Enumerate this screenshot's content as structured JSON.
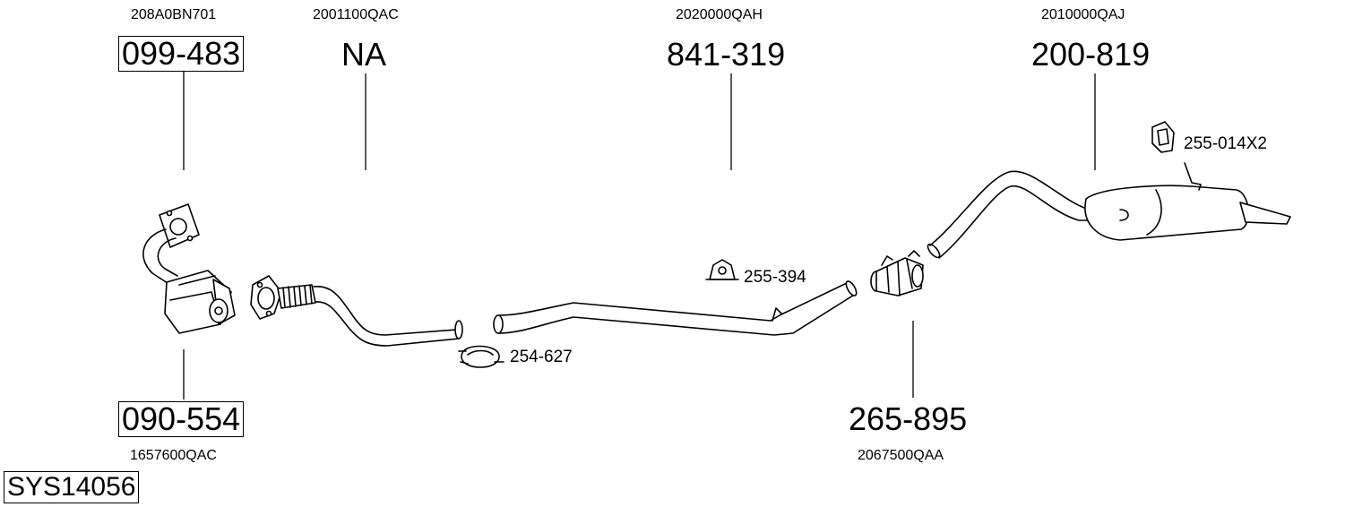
{
  "system_id": "SYS14056",
  "parts": [
    {
      "part_number": "099-483",
      "oe_number": "208A0BN701",
      "boxed": true
    },
    {
      "part_number": "NA",
      "oe_number": "2001100QAC",
      "boxed": false
    },
    {
      "part_number": "841-319",
      "oe_number": "2020000QAH",
      "boxed": false
    },
    {
      "part_number": "200-819",
      "oe_number": "2010000QAJ",
      "boxed": false
    },
    {
      "part_number": "090-554",
      "oe_number": "1657600QAC",
      "boxed": true
    },
    {
      "part_number": "265-895",
      "oe_number": "2067500QAA",
      "boxed": false
    }
  ],
  "accessories": [
    {
      "part_number": "255-014X2",
      "icon": "rubber-hanger-icon"
    },
    {
      "part_number": "255-394",
      "icon": "rubber-mount-icon"
    },
    {
      "part_number": "254-627",
      "icon": "pipe-clamp-icon"
    }
  ]
}
